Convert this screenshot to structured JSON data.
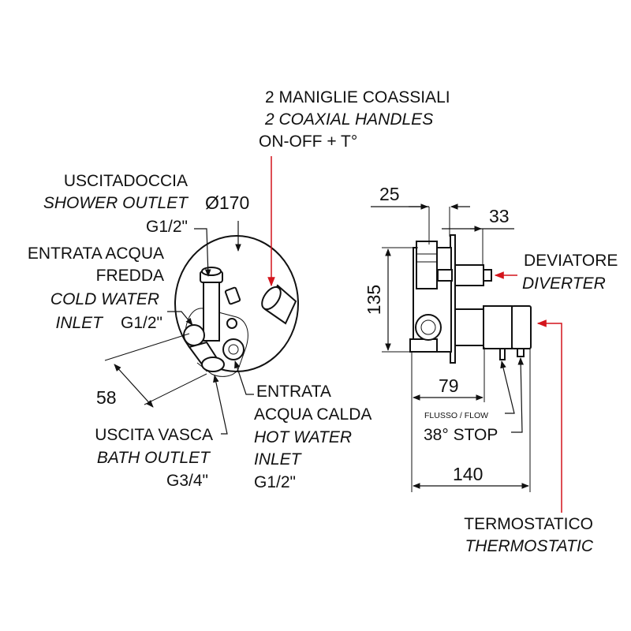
{
  "labels": {
    "handles_it": "2 MANIGLIE COASSIALI",
    "handles_en": "2 COAXIAL HANDLES",
    "handles_fn": "ON-OFF + T°",
    "shower_it": "USCITADOCCIA",
    "shower_en": "SHOWER OUTLET",
    "shower_size": "G1/2\"",
    "diameter": "Ø170",
    "cold_it_1": "ENTRATA ACQUA",
    "cold_it_2": "FREDDA",
    "cold_en_1": "COLD WATER",
    "cold_en_2": "INLET",
    "cold_size": "G1/2\"",
    "hot_it_1": "ENTRATA",
    "hot_it_2": "ACQUA CALDA",
    "hot_en_1": "HOT WATER",
    "hot_en_2": "INLET",
    "hot_size": "G1/2\"",
    "bath_it": "USCITA VASCA",
    "bath_en": "BATH OUTLET",
    "bath_size": "G3/4\"",
    "diverter_it": "DEVIATORE",
    "diverter_en": "DIVERTER",
    "flow": "FLUSSO / FLOW",
    "stop": "38° STOP",
    "thermo_it": "TERMOSTATICO",
    "thermo_en": "THERMOSTATIC"
  },
  "dimensions": {
    "d25": "25",
    "d33": "33",
    "d135": "135",
    "d79": "79",
    "d140": "140",
    "d58": "58"
  },
  "colors": {
    "line": "#111111",
    "callout_red": "#d4141c"
  }
}
